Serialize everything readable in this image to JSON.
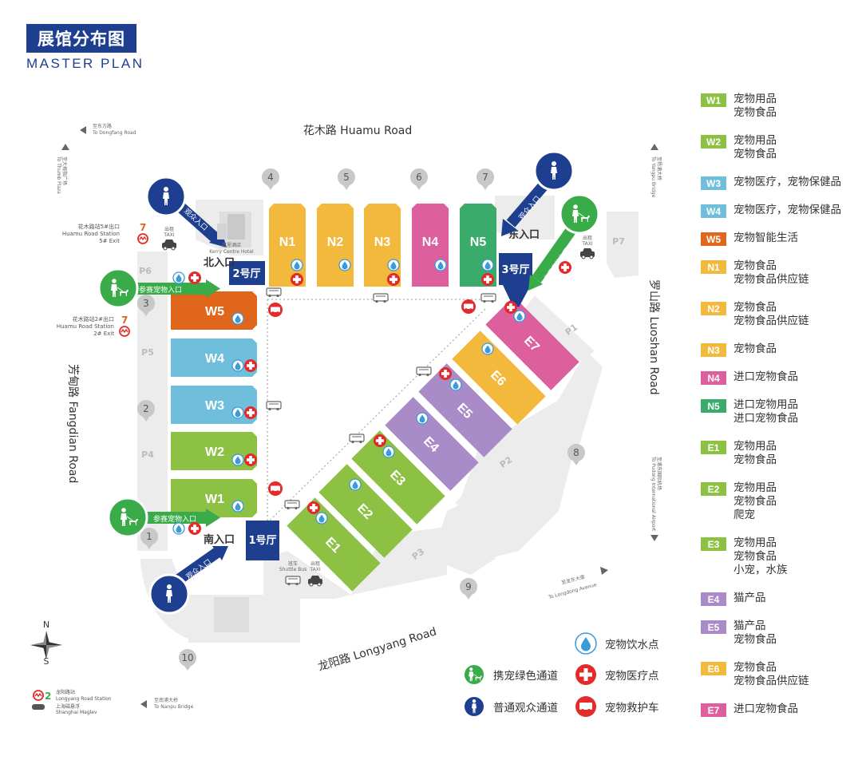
{
  "header": {
    "title": "展馆分布图",
    "subtitle": "MASTER PLAN"
  },
  "colors": {
    "W1": "#8dc143",
    "W2": "#8dc143",
    "W3": "#6fbfdc",
    "W4": "#6fbfdc",
    "W5": "#e0661c",
    "N1": "#f3b93c",
    "N2": "#f3b93c",
    "N3": "#f3b93c",
    "N4": "#dd5f9d",
    "N5": "#3aab6a",
    "E1": "#8dc143",
    "E2": "#8dc143",
    "E3": "#8dc143",
    "E4": "#a88bc7",
    "E5": "#a88bc7",
    "E6": "#f3b93c",
    "E7": "#dd5f9d",
    "navy": "#1e3f8f",
    "green": "#3aab49",
    "red": "#e32b2b"
  },
  "roads": {
    "north": "花木路 Huamu Road",
    "east": "罗山路 Luoshan Road",
    "west": "芳甸路 Fangdian Road",
    "south": "龙阳路 Longyang Road"
  },
  "halls": {
    "hall1": "1号厅",
    "hall2": "2号厅",
    "hall3": "3号厅"
  },
  "entrances": {
    "north": "北入口",
    "east": "东入口",
    "south": "南入口",
    "visitor": "观众入口",
    "pet": "参赛宠物入口"
  },
  "gates": [
    "1",
    "2",
    "3",
    "4",
    "5",
    "6",
    "7",
    "8",
    "9",
    "10"
  ],
  "parking": [
    "P1",
    "P2",
    "P3",
    "P4",
    "P5",
    "P6",
    "P7"
  ],
  "pavilions": [
    "N1",
    "N2",
    "N3",
    "N4",
    "N5",
    "W1",
    "W2",
    "W3",
    "W4",
    "W5",
    "E1",
    "E2",
    "E3",
    "E4",
    "E5",
    "E6",
    "E7"
  ],
  "directions": {
    "dongfang": "至东方路\nTo Dongfang Road",
    "thumb_plaza": "至大拇指广场\nTo Thumb Plaza",
    "yangpu": "至杨浦大桥\nTo Yangpu Bridge",
    "pudong_airport": "至浦东国际机场\nTo Pudong International Airport",
    "longdong": "至龙东大道\nTo Longdong Avenue",
    "nanpu": "至南浦大桥\nTo Nanpu Bridge"
  },
  "stations": {
    "huamu5": [
      "花木路站5#出口",
      "Huamu Road Station",
      "5# Exit"
    ],
    "huamu2": [
      "花木路站2#出口",
      "Huamu Road Station",
      "2# Exit"
    ],
    "longyang": [
      "龙阳路站",
      "Longyang Road Station",
      "上海磁悬浮",
      "Shanghai Maglev"
    ],
    "line7": "7",
    "line2": "2"
  },
  "hotel": {
    "name": "嘉里酒店",
    "name_en": "Kerry Centre Hotel"
  },
  "taxi": "出租\nTAXI",
  "shuttle": "班车\nShuttle Bus",
  "compass": {
    "n": "N",
    "s": "S"
  },
  "legend": [
    {
      "code": "W1",
      "lines": [
        "宠物用品",
        "宠物食品"
      ]
    },
    {
      "code": "W2",
      "lines": [
        "宠物用品",
        "宠物食品"
      ]
    },
    {
      "code": "W3",
      "lines": [
        "宠物医疗，宠物保健品"
      ]
    },
    {
      "code": "W4",
      "lines": [
        "宠物医疗，宠物保健品"
      ]
    },
    {
      "code": "W5",
      "lines": [
        "宠物智能生活"
      ]
    },
    {
      "code": "N1",
      "lines": [
        "宠物食品",
        "宠物食品供应链"
      ]
    },
    {
      "code": "N2",
      "lines": [
        "宠物食品",
        "宠物食品供应链"
      ]
    },
    {
      "code": "N3",
      "lines": [
        "宠物食品"
      ]
    },
    {
      "code": "N4",
      "lines": [
        "进口宠物食品"
      ]
    },
    {
      "code": "N5",
      "lines": [
        "进口宠物用品",
        "进口宠物食品"
      ]
    },
    {
      "code": "E1",
      "lines": [
        "宠物用品",
        "宠物食品"
      ]
    },
    {
      "code": "E2",
      "lines": [
        "宠物用品",
        "宠物食品",
        "爬宠"
      ]
    },
    {
      "code": "E3",
      "lines": [
        "宠物用品",
        "宠物食品",
        "小宠，水族"
      ]
    },
    {
      "code": "E4",
      "lines": [
        "猫产品"
      ]
    },
    {
      "code": "E5",
      "lines": [
        "猫产品",
        "宠物食品"
      ]
    },
    {
      "code": "E6",
      "lines": [
        "宠物食品",
        "宠物食品供应链"
      ]
    },
    {
      "code": "E7",
      "lines": [
        "进口宠物食品"
      ]
    }
  ],
  "map_legend": {
    "water": "宠物饮水点",
    "green_channel": "携宠绿色通道",
    "medical": "宠物医疗点",
    "visitor_channel": "普通观众通道",
    "ambulance": "宠物救护车"
  }
}
